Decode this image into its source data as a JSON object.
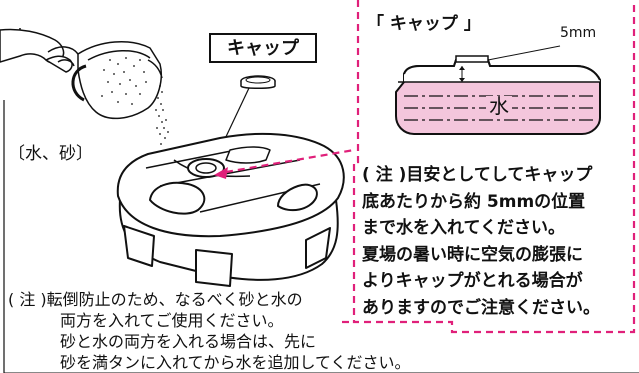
{
  "labels": {
    "cap_box": "キャップ",
    "sand_water": "〔水、砂〕",
    "cap_detail_title": "「 キャップ 」",
    "measure": "5mm",
    "water": "水"
  },
  "right_note": {
    "lines": [
      "( 注 )目安としてしてキャップ",
      "底あたりから約 5mmの位置",
      "まで水を入れてください。",
      "夏場の暑い時に空気の膨張に",
      "よりキャップがとれる場合が",
      "ありますのでご注意ください。"
    ]
  },
  "bottom_note": {
    "lines": [
      "( 注 )転倒防止のため、なるべく砂と水の",
      "両方を入れてご使用ください。",
      "砂と水の両方を入れる場合は、先に",
      "砂を満タンに入れてから水を追加してください。"
    ]
  },
  "colors": {
    "accent_pink": "#e0207a",
    "water_fill": "#f4c6dc",
    "line": "#111111"
  }
}
